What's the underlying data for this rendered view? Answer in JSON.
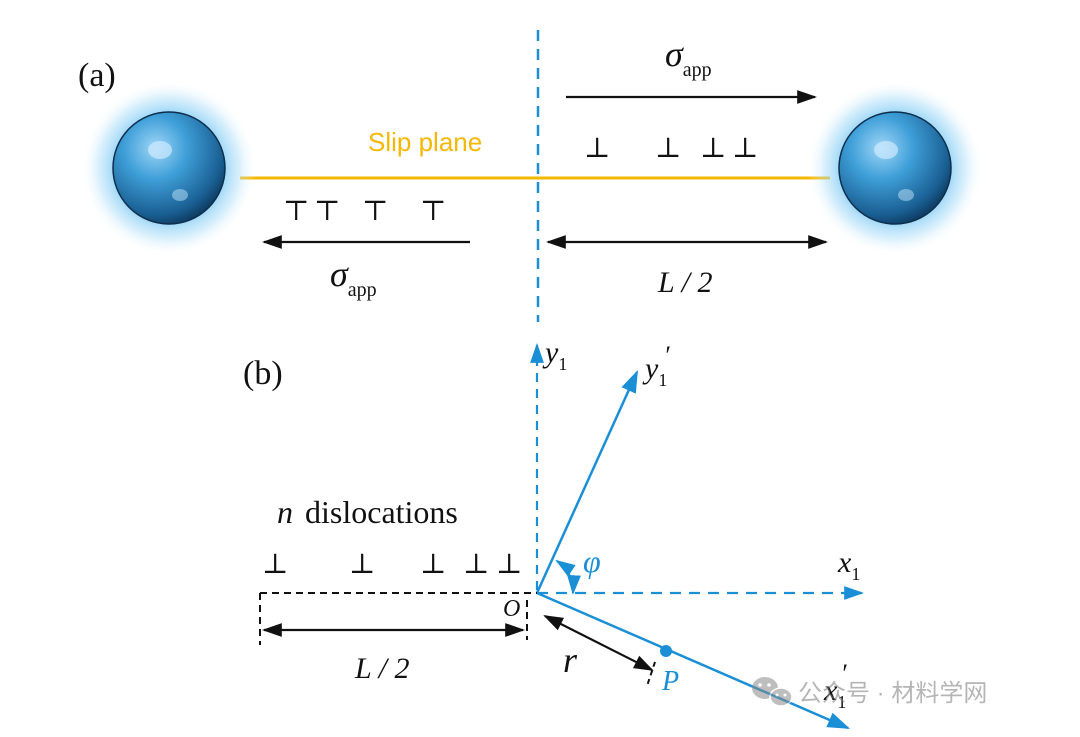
{
  "panel_a": {
    "label": "(a)",
    "slip_plane_label": "Slip plane",
    "stress_symbol": "σ",
    "stress_subscript": "app",
    "half_length_label": "L / 2",
    "dislocation_symbol_positive": "⊥",
    "dislocation_symbol_negative": "⊤"
  },
  "panel_b": {
    "label": "(b)",
    "count_var": "n",
    "count_text": "dislocations",
    "dislocation_symbol": "⊥",
    "axis_y1": "y",
    "axis_y1_prime": "y",
    "axis_x1": "x",
    "axis_x1_prime": "x",
    "axis_subscript": "1",
    "prime": "′",
    "angle_label": "φ",
    "origin_label": "O",
    "distance_label": "r",
    "point_label": "P",
    "half_length_label": "L / 2"
  },
  "watermark": {
    "text": "公众号 · 材料学网",
    "icon": "wechat-icon"
  },
  "colors": {
    "accent_blue": "#1a8fd6",
    "slip_plane": "#f5b800",
    "particle_glow": "#4db3f0",
    "text": "#111111"
  }
}
